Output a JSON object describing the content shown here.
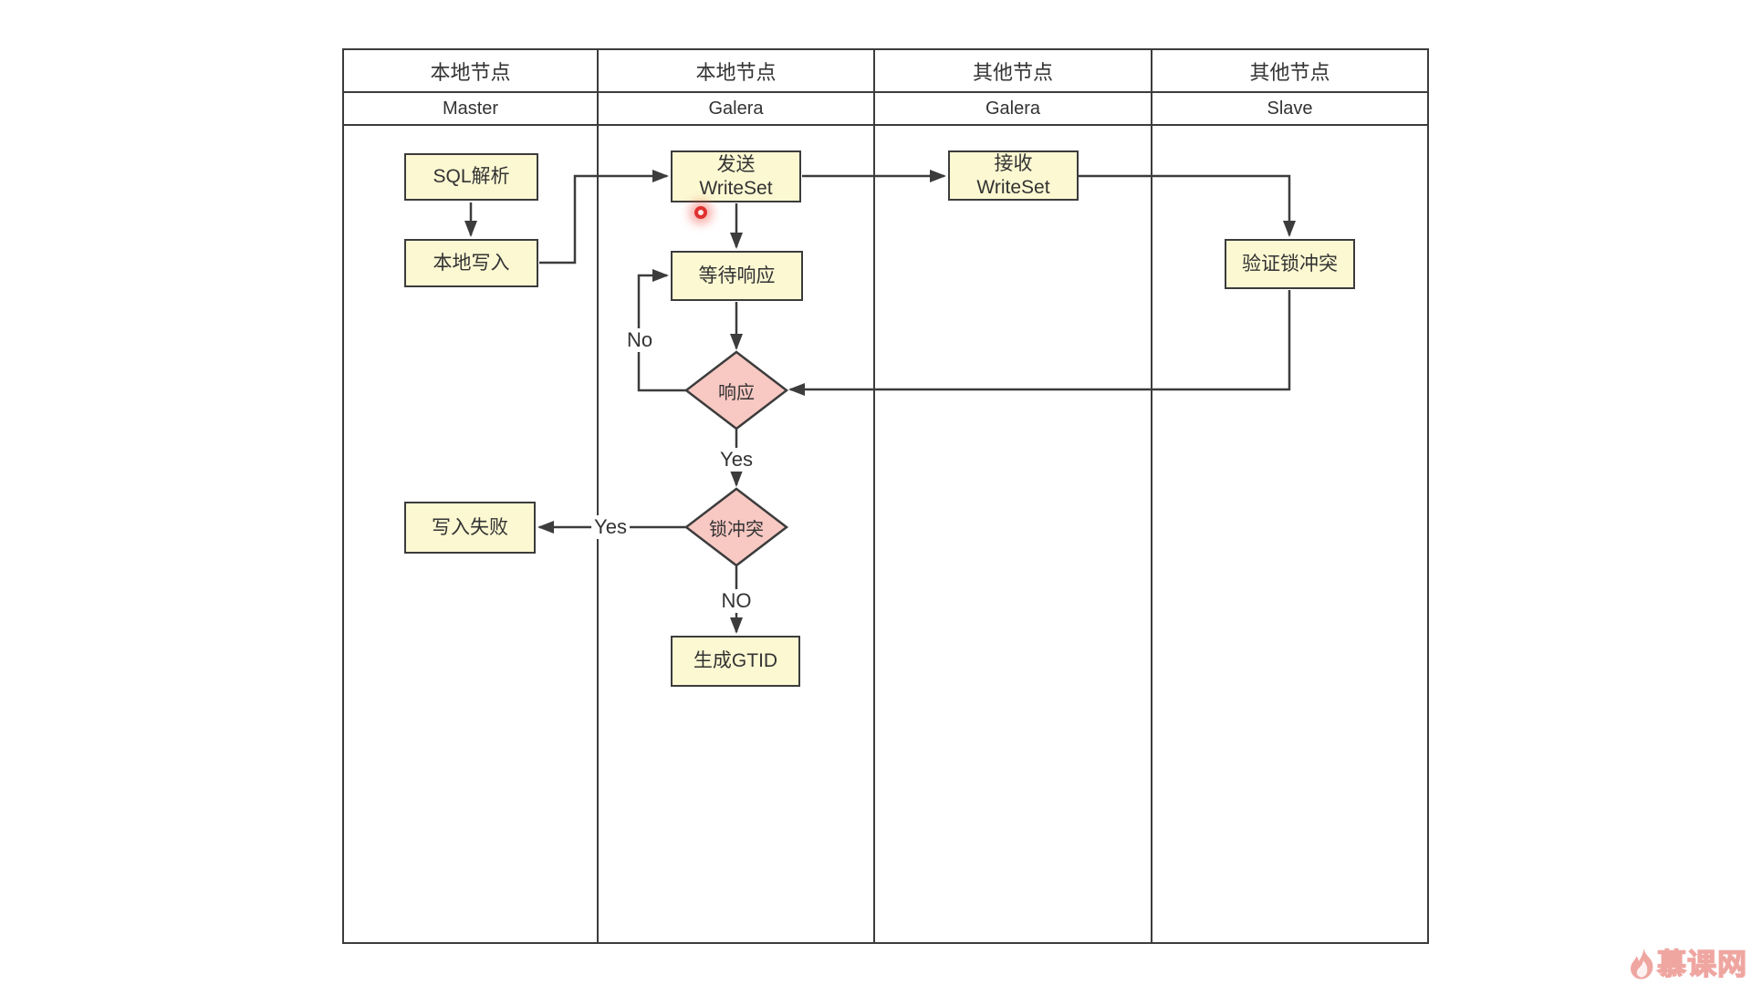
{
  "diagram": {
    "lanes": [
      {
        "group": "本地节点",
        "role": "Master"
      },
      {
        "group": "本地节点",
        "role": "Galera"
      },
      {
        "group": "其他节点",
        "role": "Galera"
      },
      {
        "group": "其他节点",
        "role": "Slave"
      }
    ],
    "nodes": {
      "sql_parse": {
        "label": "SQL解析"
      },
      "local_write": {
        "label": "本地写入"
      },
      "send_writeset": {
        "line1": "发送",
        "line2": "WriteSet"
      },
      "wait_response": {
        "label": "等待响应"
      },
      "response_decision": {
        "label": "响应"
      },
      "lock_conflict_decision": {
        "label": "锁冲突"
      },
      "write_fail": {
        "label": "写入失败"
      },
      "generate_gtid": {
        "label": "生成GTID"
      },
      "receive_writeset": {
        "line1": "接收",
        "line2": "WriteSet"
      },
      "verify_lock_conflict": {
        "label": "验证锁冲突"
      }
    },
    "edge_labels": {
      "wait_loop_no": "No",
      "response_yes": "Yes",
      "conflict_yes": "Yes",
      "conflict_no": "NO"
    },
    "colors": {
      "process_fill": "#FBF8D2",
      "process_border": "#3C3C3C",
      "decision_fill": "#F8C8C3",
      "decision_border": "#3C3C3C",
      "line": "#3C3C3C",
      "text": "#333333",
      "pointer": "#E03131",
      "brand": "#EFA6A1"
    }
  },
  "watermark": {
    "brand_name": "慕课网"
  }
}
